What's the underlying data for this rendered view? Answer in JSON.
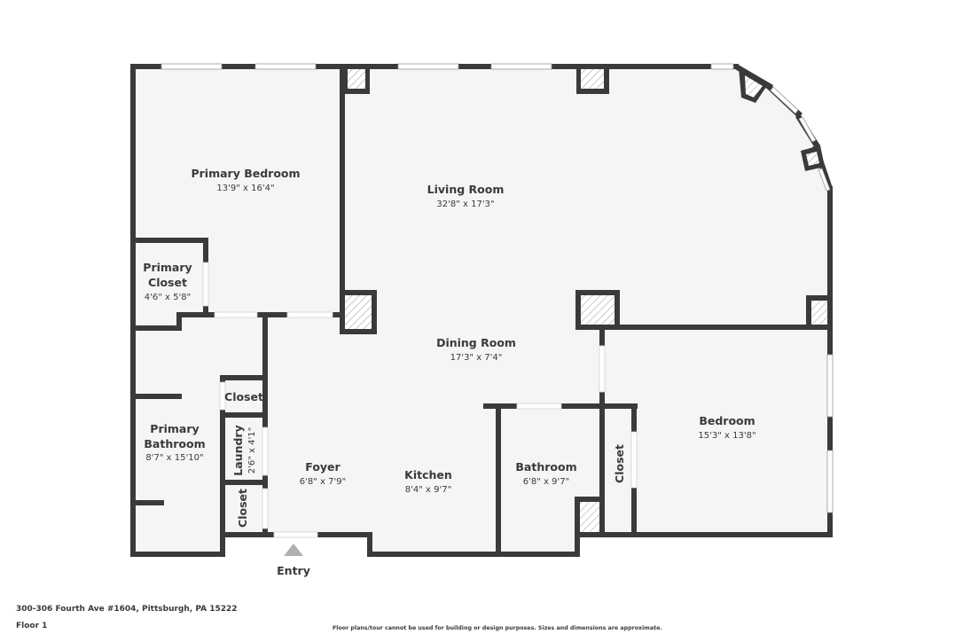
{
  "colors": {
    "wall": "#3a3a3a",
    "floor": "#f5f5f5",
    "background": "#ffffff",
    "text": "#3a3a3a",
    "entry_marker": "#b0b0b0",
    "window": "#ffffff"
  },
  "rooms": [
    {
      "id": "primary-bedroom",
      "name": "Primary Bedroom",
      "dimensions": "13'9\" x 16'4\""
    },
    {
      "id": "living-room",
      "name": "Living Room",
      "dimensions": "32'8\" x 17'3\""
    },
    {
      "id": "primary-closet",
      "name_line1": "Primary",
      "name_line2": "Closet",
      "dimensions": "4'6\" x 5'8\""
    },
    {
      "id": "dining-room",
      "name": "Dining Room",
      "dimensions": "17'3\" x 7'4\""
    },
    {
      "id": "primary-bathroom",
      "name_line1": "Primary",
      "name_line2": "Bathroom",
      "dimensions": "8'7\" x 15'10\""
    },
    {
      "id": "closet-1",
      "name": "Closet"
    },
    {
      "id": "laundry",
      "name": "Laundry",
      "dimensions": "2'6\" x 4'1\""
    },
    {
      "id": "closet-2",
      "name": "Closet"
    },
    {
      "id": "foyer",
      "name": "Foyer",
      "dimensions": "6'8\" x 7'9\""
    },
    {
      "id": "kitchen",
      "name": "Kitchen",
      "dimensions": "8'4\" x 9'7\""
    },
    {
      "id": "bathroom",
      "name": "Bathroom",
      "dimensions": "6'8\" x 9'7\""
    },
    {
      "id": "closet-3",
      "name": "Closet"
    },
    {
      "id": "bedroom",
      "name": "Bedroom",
      "dimensions": "15'3\" x 13'8\""
    }
  ],
  "entry": {
    "label": "Entry"
  },
  "footer": {
    "address": "300-306 Fourth Ave #1604, Pittsburgh, PA 15222",
    "floor": "Floor 1",
    "disclaimer": "Floor plans/tour cannot be used for building or design purposes. Sizes and dimensions are approximate."
  }
}
